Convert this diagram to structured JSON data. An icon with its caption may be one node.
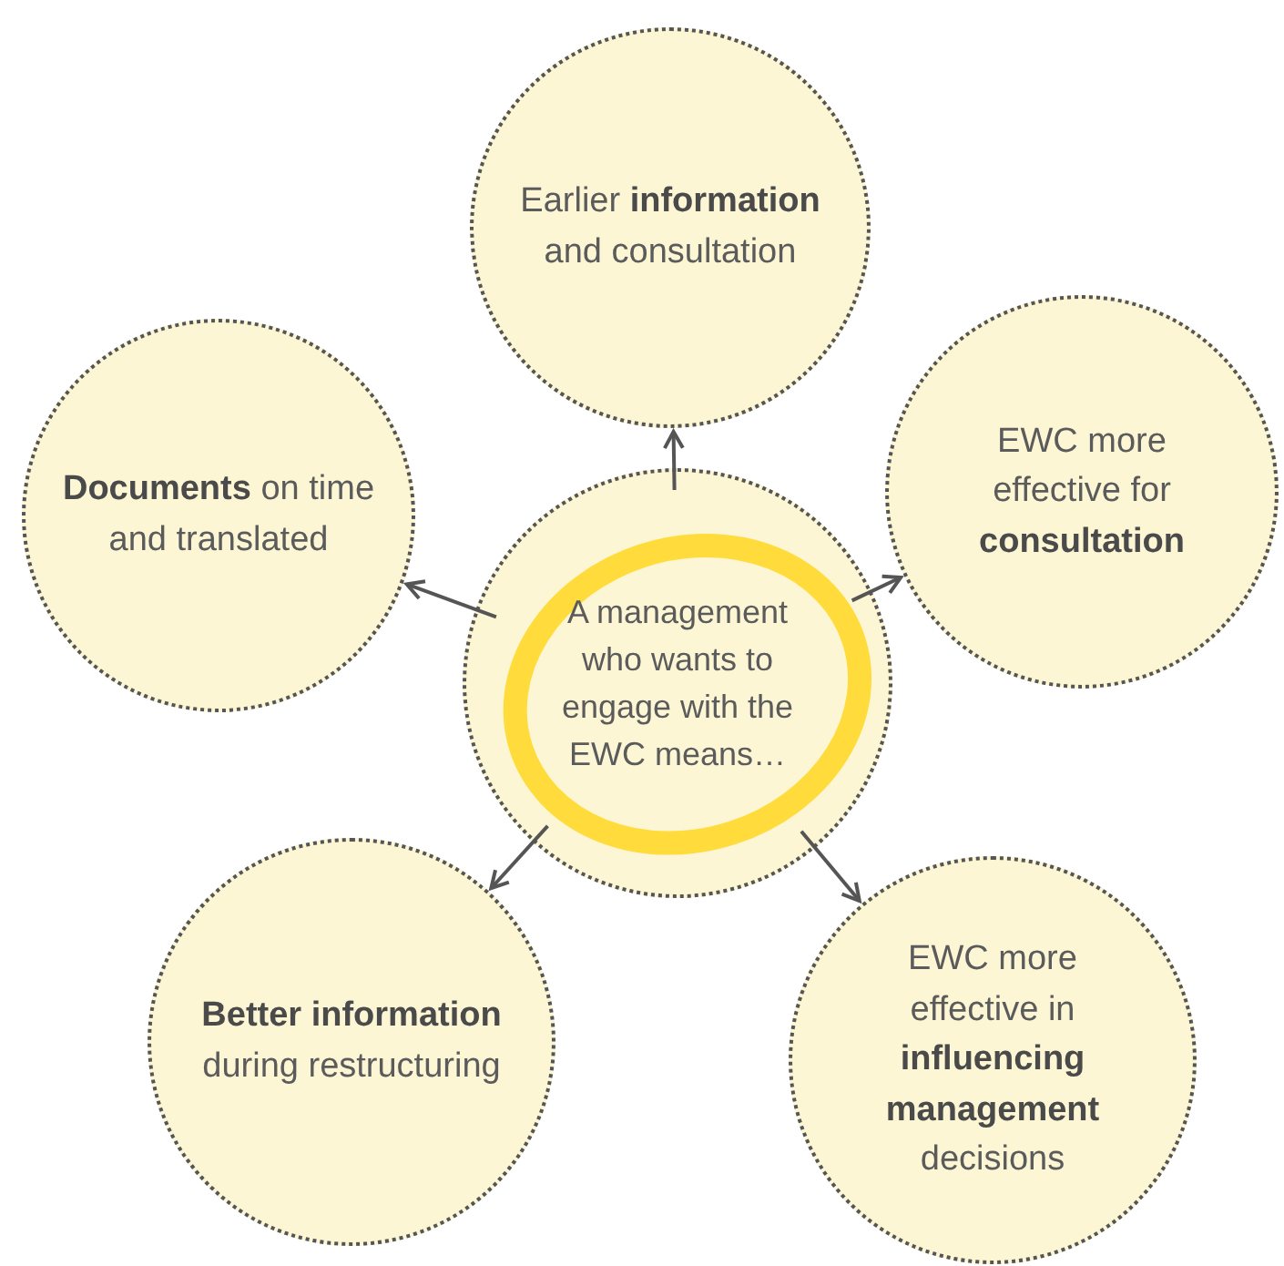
{
  "diagram": {
    "nodes": [
      {
        "text": [
          "Earlier **information** and consultation"
        ]
      },
      {
        "text": [
          "**Documents** on time and translated"
        ]
      },
      {
        "text": [
          "A management who wants to engage with the EWC means…"
        ]
      },
      {
        "text": [
          "EWC more effective for **consultation**"
        ]
      },
      {
        "text": [
          "**Better information** during restructuring"
        ]
      },
      {
        "text": [
          "EWC more effective in **influencing management** decisions"
        ]
      }
    ],
    "edges": [
      {
        "from": 2,
        "to": 0,
        "arrow": "to"
      },
      {
        "from": 2,
        "to": 1,
        "arrow": "to"
      },
      {
        "from": 2,
        "to": 3,
        "arrow": "to"
      },
      {
        "from": 2,
        "to": 4,
        "arrow": "to"
      },
      {
        "from": 2,
        "to": 5,
        "arrow": "to"
      }
    ]
  }
}
